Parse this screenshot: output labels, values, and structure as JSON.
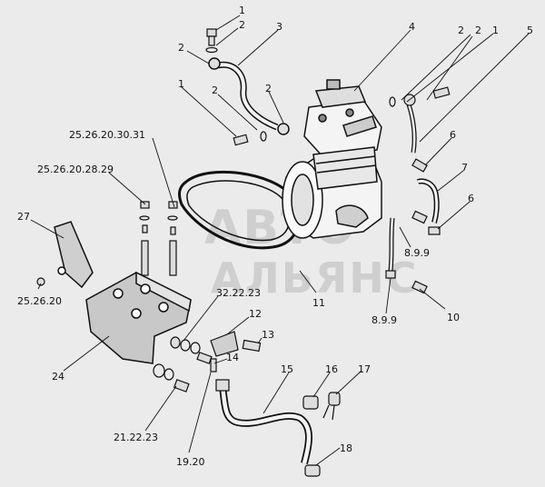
{
  "watermark": {
    "line1": "АВТО",
    "line2": "АЛЬЯНС"
  },
  "callouts": [
    {
      "id": "c-1a",
      "text": "1"
    },
    {
      "id": "c-2a",
      "text": "2"
    },
    {
      "id": "c-3",
      "text": "3"
    },
    {
      "id": "c-2b",
      "text": "2"
    },
    {
      "id": "c-4",
      "text": "4"
    },
    {
      "id": "c-2c",
      "text": "2"
    },
    {
      "id": "c-2d",
      "text": "2"
    },
    {
      "id": "c-1b",
      "text": "1"
    },
    {
      "id": "c-5",
      "text": "5"
    },
    {
      "id": "c-1c",
      "text": "1"
    },
    {
      "id": "c-2e",
      "text": "2"
    },
    {
      "id": "c-2f",
      "text": "2"
    },
    {
      "id": "c-25263031",
      "text": "25.26.20.30.31"
    },
    {
      "id": "c-6a",
      "text": "6"
    },
    {
      "id": "c-25262829",
      "text": "25.26.20.28.29"
    },
    {
      "id": "c-7",
      "text": "7"
    },
    {
      "id": "c-6b",
      "text": "6"
    },
    {
      "id": "c-27",
      "text": "27"
    },
    {
      "id": "c-899a",
      "text": "8.9.9"
    },
    {
      "id": "c-252620",
      "text": "25.26.20"
    },
    {
      "id": "c-322223",
      "text": "32.22.23"
    },
    {
      "id": "c-11",
      "text": "11"
    },
    {
      "id": "c-899b",
      "text": "8.9.9"
    },
    {
      "id": "c-10",
      "text": "10"
    },
    {
      "id": "c-12",
      "text": "12"
    },
    {
      "id": "c-13",
      "text": "13"
    },
    {
      "id": "c-24",
      "text": "24"
    },
    {
      "id": "c-14",
      "text": "14"
    },
    {
      "id": "c-15",
      "text": "15"
    },
    {
      "id": "c-16",
      "text": "16"
    },
    {
      "id": "c-17",
      "text": "17"
    },
    {
      "id": "c-212223",
      "text": "21.22.23"
    },
    {
      "id": "c-18",
      "text": "18"
    },
    {
      "id": "c-1920",
      "text": "19.20"
    }
  ]
}
